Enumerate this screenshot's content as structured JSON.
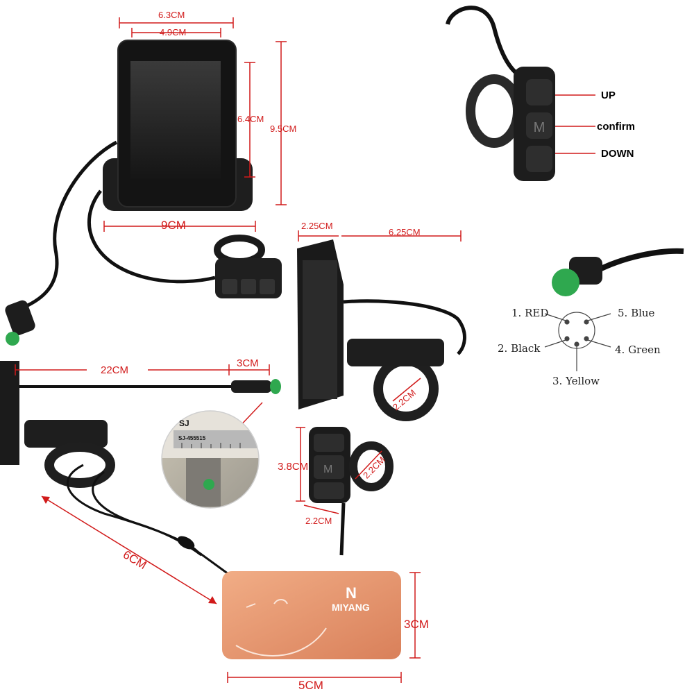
{
  "display_dimensions": {
    "outer_width": "6.3CM",
    "screen_width": "4.9CM",
    "screen_height": "6.4CM",
    "outer_height": "9.5CM",
    "bracket_width": "9CM"
  },
  "side_view_dimensions": {
    "depth": "2.25CM",
    "cable_length": "6.25CM",
    "clamp_diameter": "2.2CM"
  },
  "cable_dimensions": {
    "cable_length": "22CM",
    "connector_length": "3CM"
  },
  "remote_dimensions": {
    "height": "3.8CM",
    "width": "2.2CM",
    "clamp_diameter": "2.2CM"
  },
  "nfc_dimensions": {
    "lanyard_length": "6CM",
    "card_width": "5CM",
    "card_height": "3CM"
  },
  "button_labels": {
    "up": "UP",
    "confirm": "confirm",
    "down": "DOWN"
  },
  "remote_keys": {
    "mode": "M"
  },
  "pinout_labels": {
    "pin1": "1. RED",
    "pin2": "2. Black",
    "pin3": "3. Yellow",
    "pin4": "4. Green",
    "pin5": "5. Blue"
  },
  "nfc_card": {
    "brand": "MIYANG",
    "nfc_mark": "N"
  },
  "ruler_photo": {
    "brand": "SJ",
    "model": "SJ-455515"
  },
  "colors": {
    "dimension": "#d11a1a",
    "connector_green": "#2fa84f",
    "card_orange": "#e9946a",
    "device_black": "#1b1b1b"
  }
}
